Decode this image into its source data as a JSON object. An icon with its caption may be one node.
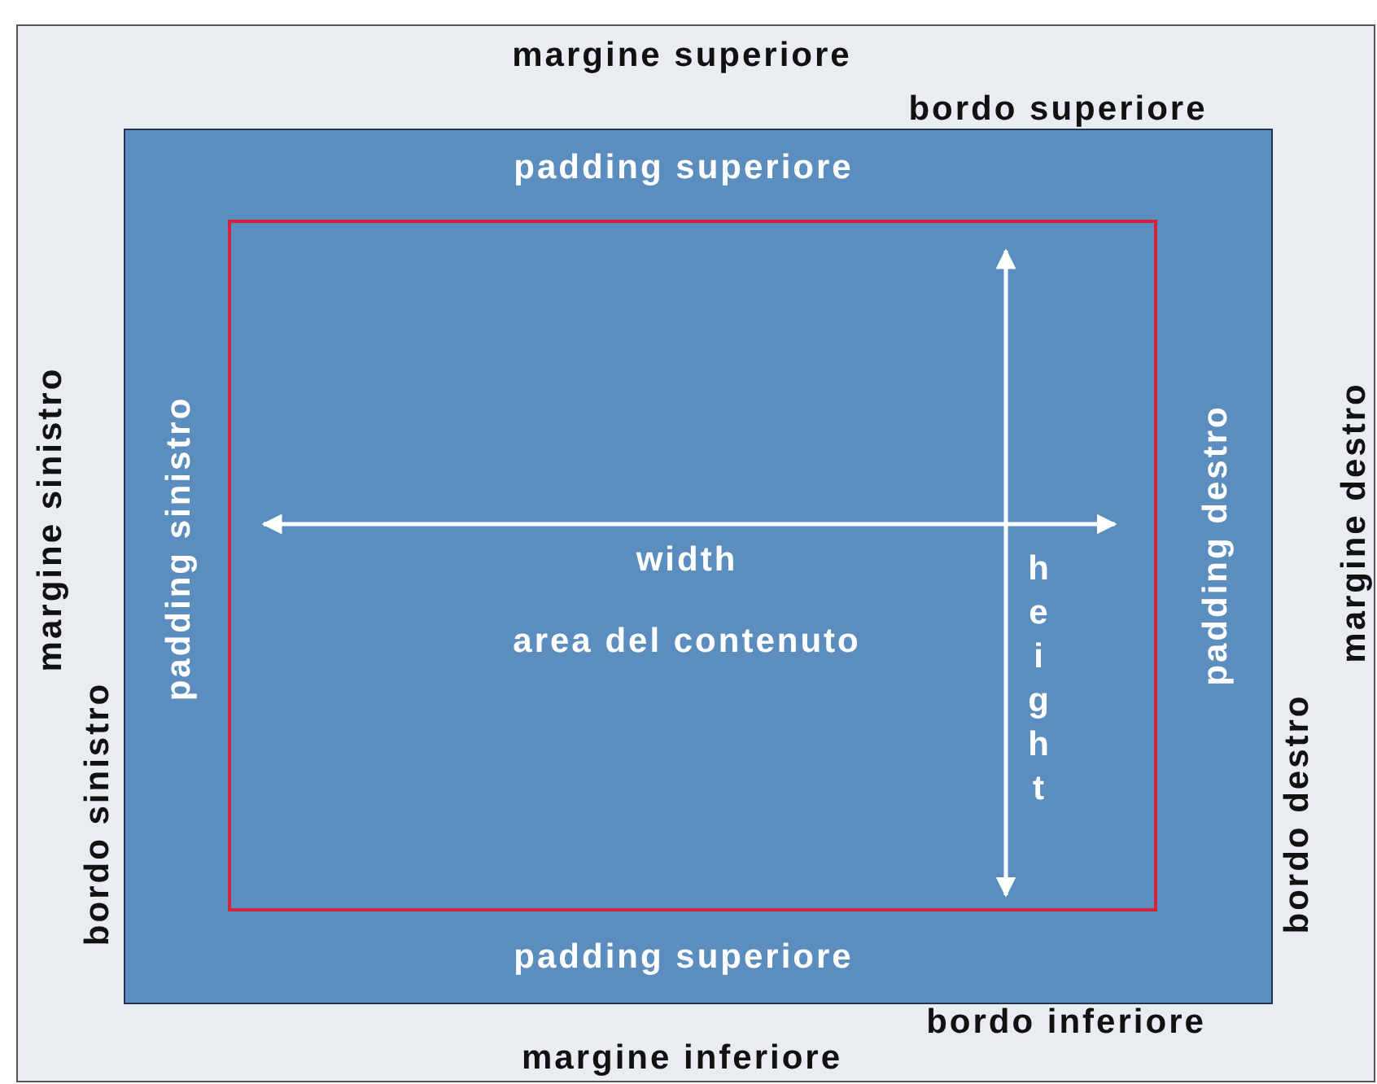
{
  "diagram": {
    "nodes": [
      {
        "text": [
          "margine superiore",
          "margine sinistro",
          "margine destro",
          "margine inferiore"
        ]
      },
      {
        "text": [
          "padding superiore",
          "padding sinistro",
          "padding destro",
          "padding superiore"
        ],
        "in": 0
      },
      {
        "text": [
          "width",
          "area del contenuto",
          "height"
        ],
        "in": 1
      }
    ],
    "edges": [],
    "labels": [
      "bordo superiore",
      "bordo sinistro",
      "bordo destro",
      "bordo inferiore"
    ]
  }
}
